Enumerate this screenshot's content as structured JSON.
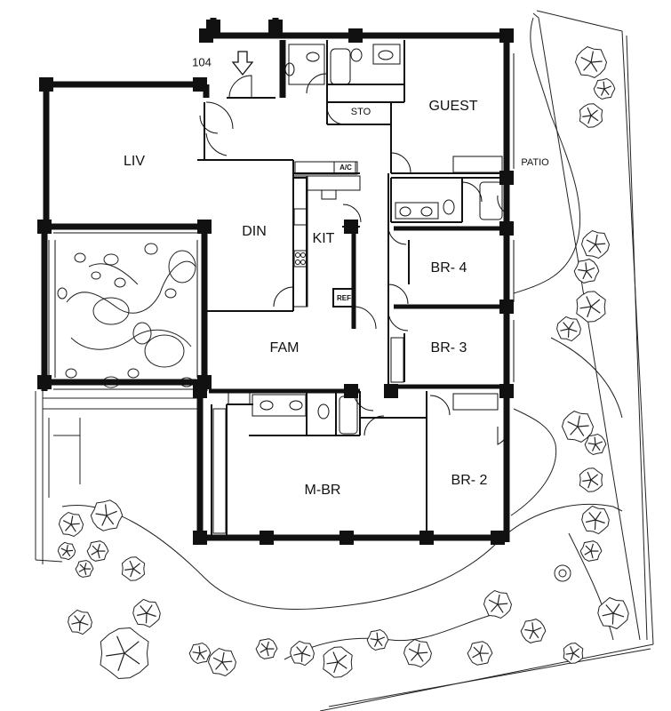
{
  "unit_number": "104",
  "rooms": {
    "liv": "LIV",
    "din": "DIN",
    "kit": "KIT",
    "fam": "FAM",
    "mbr": "M-BR",
    "br2": "BR- 2",
    "br3": "BR- 3",
    "br4": "BR- 4",
    "guest": "GUEST",
    "sto": "STO",
    "patio": "PATIO",
    "ac": "A/C",
    "ref": "REF"
  },
  "colors": {
    "wall": "#111111",
    "background": "#ffffff"
  },
  "icons": {
    "entry": "entry-arrow-icon"
  }
}
